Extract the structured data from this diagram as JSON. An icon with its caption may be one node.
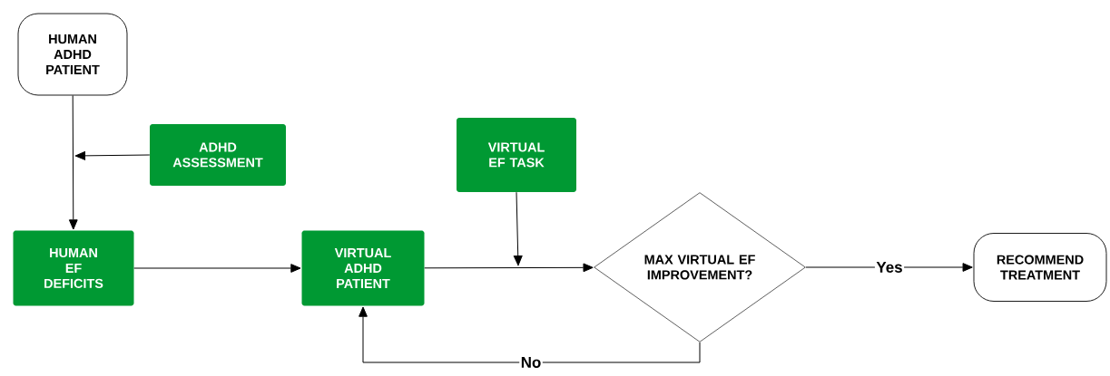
{
  "diagram": {
    "nodes": [
      {
        "text": [
          "HUMAN ADHD PATIENT"
        ]
      },
      {
        "text": [
          "ADHD ASSESSMENT"
        ]
      },
      {
        "text": [
          "HUMAN EF DEFICITS"
        ]
      },
      {
        "text": [
          "VIRTUAL ADHD PATIENT"
        ]
      },
      {
        "text": [
          "VIRTUAL EF TASK"
        ]
      },
      {
        "text": [
          "MAX VIRTUAL EF IMPROVEMENT?"
        ]
      },
      {
        "text": [
          "RECOMMEND TREATMENT"
        ]
      }
    ],
    "edges": [
      {
        "from": 0,
        "to": 2,
        "arrow": "to"
      },
      {
        "from": 1,
        "to": null,
        "arrow": "to"
      },
      {
        "from": 2,
        "to": 3,
        "arrow": "to"
      },
      {
        "from": 3,
        "to": 5,
        "arrow": "to"
      },
      {
        "from": 4,
        "to": null,
        "arrow": "to"
      },
      {
        "from": 5,
        "to": 6,
        "arrow": "to",
        "label": "Yes"
      },
      {
        "from": 5,
        "to": 3,
        "arrow": "to",
        "label": "No"
      }
    ]
  }
}
